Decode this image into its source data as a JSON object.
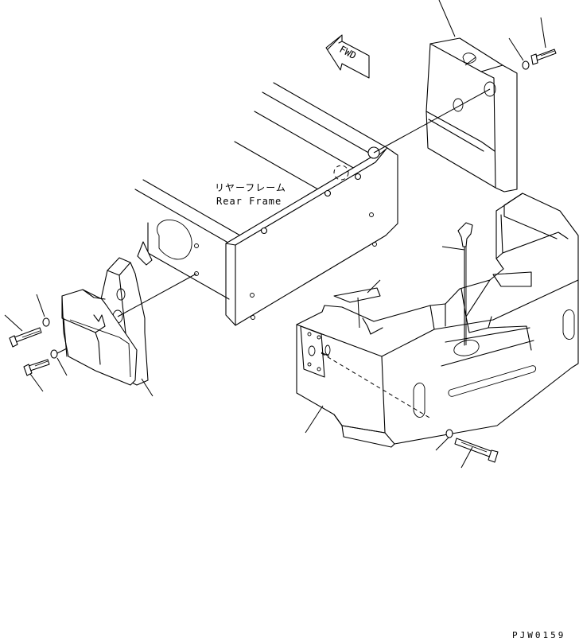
{
  "labels": {
    "frame_jp": "リヤーフレーム",
    "frame_en": "Rear Frame",
    "fwd": "FWD",
    "drawing_code": "PJW0159"
  }
}
